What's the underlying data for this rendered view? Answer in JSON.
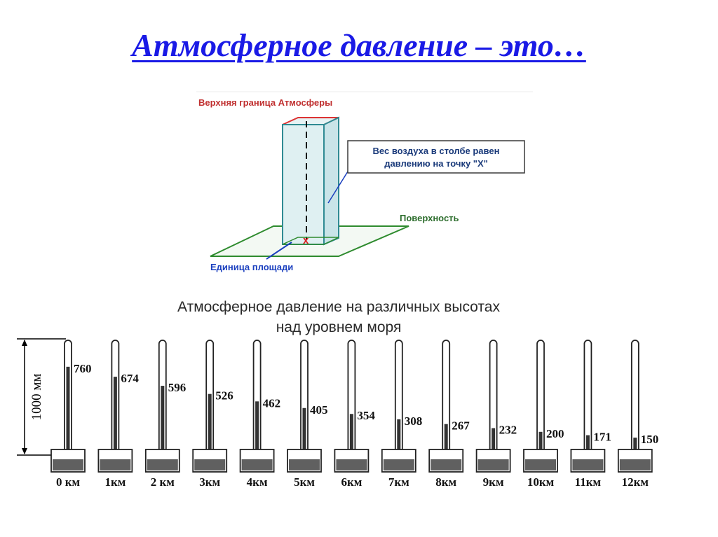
{
  "slide": {
    "title": "Атмосферное давление – это…"
  },
  "column_diagram": {
    "top_label": "Верхняя граница Атмосферы",
    "callout": [
      "Вес воздуха в столбе равен",
      "давлению на точку \"X\""
    ],
    "surface_label": "Поверхность",
    "area_label": "Единица площади",
    "point_mark": "x"
  },
  "barometer_chart": {
    "title_line1": "Атмосферное давление на различных высотах",
    "title_line2": "над уровнем моря",
    "scale_label": "1000 мм",
    "scale_max_mm": 1000
  },
  "chart_data": {
    "type": "bar",
    "categories": [
      "0 км",
      "1км",
      "2 км",
      "3км",
      "4км",
      "5км",
      "6км",
      "7км",
      "8км",
      "9км",
      "10км",
      "11км",
      "12км"
    ],
    "values": [
      760,
      674,
      596,
      526,
      462,
      405,
      354,
      308,
      267,
      232,
      200,
      171,
      150
    ],
    "title": "Атмосферное давление на различных высотах над уровнем моря",
    "ylabel": "1000 мм",
    "ylim": [
      0,
      1000
    ]
  }
}
